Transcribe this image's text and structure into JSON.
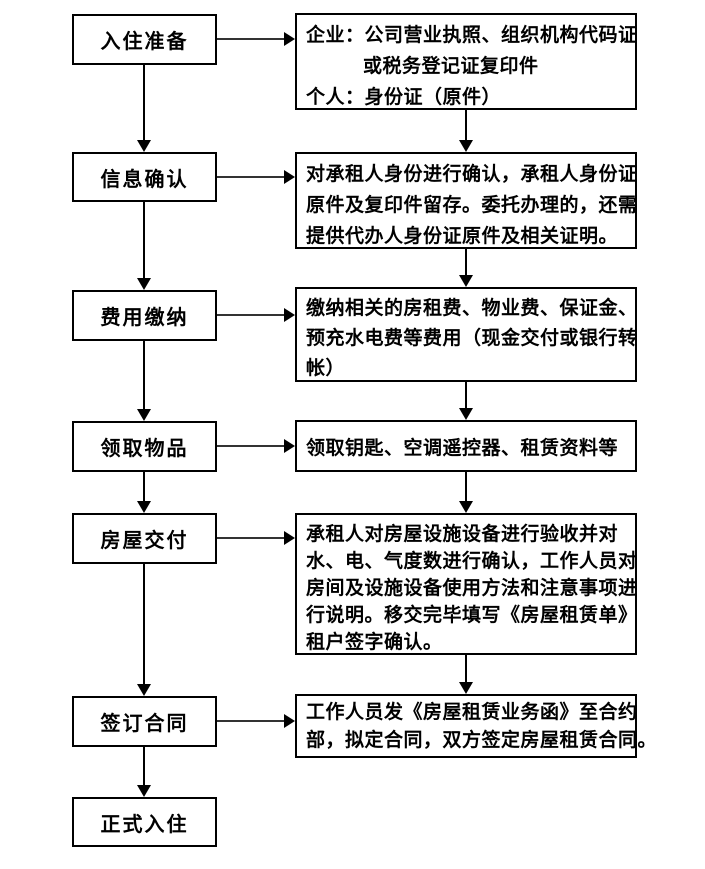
{
  "diagram": {
    "type": "flowchart",
    "steps": [
      {
        "label": "入住准备"
      },
      {
        "label": "信息确认"
      },
      {
        "label": "费用缴纳"
      },
      {
        "label": "领取物品"
      },
      {
        "label": "房屋交付"
      },
      {
        "label": "签订合同"
      },
      {
        "label": "正式入住"
      }
    ],
    "details": [
      {
        "lines": [
          "企业：公司营业执照、组织机构代码证",
          "或税务登记证复印件",
          "个人：身份证（原件）"
        ]
      },
      {
        "lines": [
          "对承租人身份进行确认，承租人身份证",
          "原件及复印件留存。委托办理的，还需",
          "提供代办人身份证原件及相关证明。"
        ]
      },
      {
        "lines": [
          "缴纳相关的房租费、物业费、保证金、",
          "预充水电费等费用（现金交付或银行转",
          "帐）"
        ]
      },
      {
        "lines": [
          "领取钥匙、空调遥控器、租赁资料等"
        ]
      },
      {
        "lines": [
          "承租人对房屋设施设备进行验收并对",
          "水、电、气度数进行确认，工作人员对",
          "房间及设施设备使用方法和注意事项进",
          "行说明。移交完毕填写《房屋租赁单》",
          "租户签字确认。"
        ]
      },
      {
        "lines": [
          "工作人员发《房屋租赁业务函》至合约",
          "部，拟定合同，双方签定房屋租赁合同。"
        ]
      }
    ]
  },
  "colors": {
    "background": "#ffffff",
    "box_border": "#000000",
    "arrow_line": "#333333",
    "arrow_head": "#000000"
  }
}
